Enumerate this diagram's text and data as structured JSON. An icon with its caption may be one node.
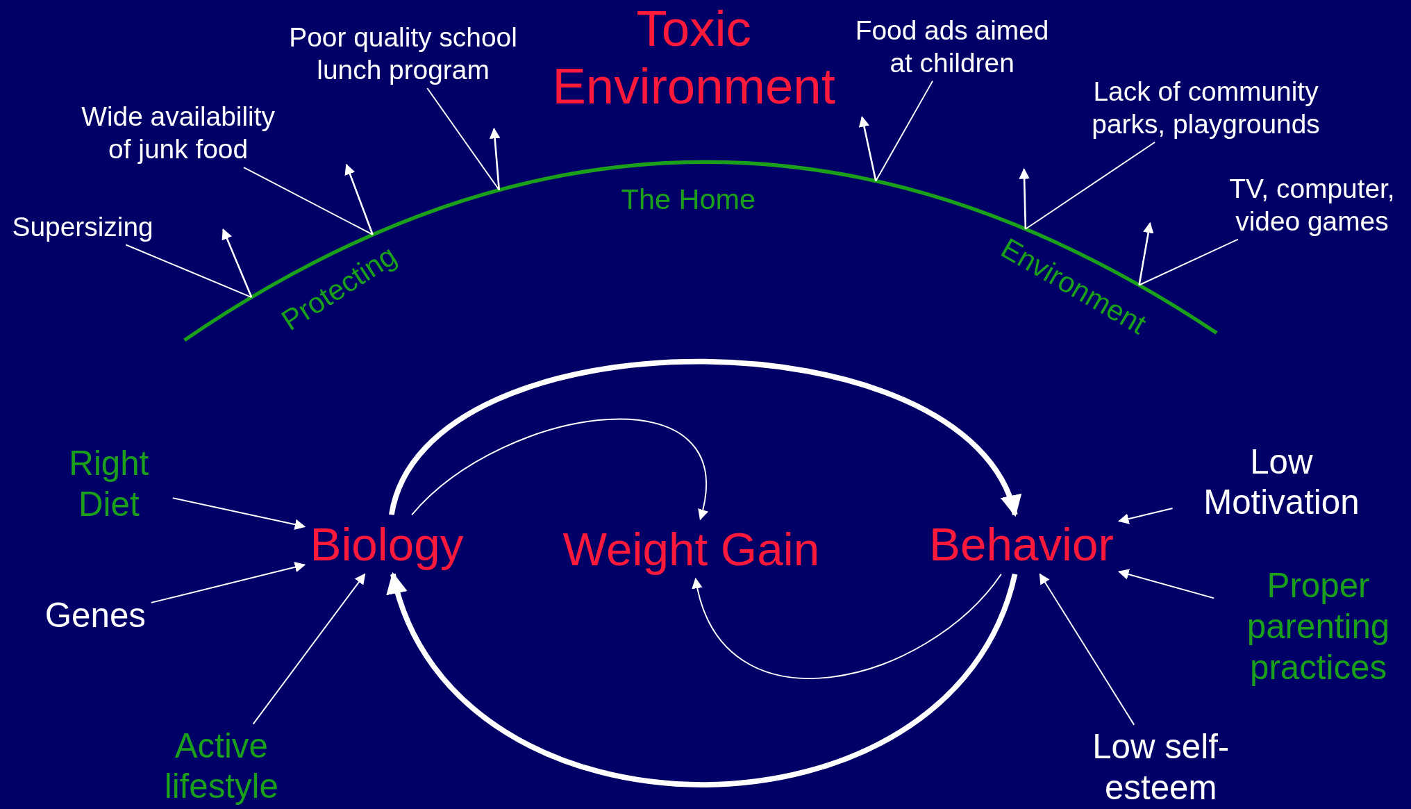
{
  "diagram": {
    "title": "Toxic Environment",
    "nodes": [
      {
        "text": [
          "Protecting",
          "The Home",
          "Environment"
        ]
      },
      {
        "text": [
          "Supersizing"
        ]
      },
      {
        "text": [
          "Wide availability of junk food"
        ]
      },
      {
        "text": [
          "Poor quality school lunch program"
        ]
      },
      {
        "text": [
          "Food ads aimed at children"
        ]
      },
      {
        "text": [
          "Lack of community parks, playgrounds"
        ]
      },
      {
        "text": [
          "TV, computer, video games"
        ]
      },
      {
        "text": [
          "Biology"
        ]
      },
      {
        "text": [
          "Weight Gain"
        ]
      },
      {
        "text": [
          "Behavior"
        ]
      },
      {
        "text": [
          "Right Diet"
        ]
      },
      {
        "text": [
          "Genes"
        ]
      },
      {
        "text": [
          "Active lifestyle"
        ]
      },
      {
        "text": [
          "Low Motivation"
        ]
      },
      {
        "text": [
          "Proper parenting practices"
        ]
      },
      {
        "text": [
          "Low self-esteem"
        ]
      }
    ],
    "edges": [
      {
        "from": 1,
        "to": 0,
        "arrow": "none"
      },
      {
        "from": 2,
        "to": 0,
        "arrow": "none"
      },
      {
        "from": 3,
        "to": 0,
        "arrow": "none"
      },
      {
        "from": 4,
        "to": 0,
        "arrow": "none"
      },
      {
        "from": 5,
        "to": 0,
        "arrow": "none"
      },
      {
        "from": 6,
        "to": 0,
        "arrow": "none"
      },
      {
        "from": 7,
        "to": 9,
        "arrow": "to",
        "style": "thick"
      },
      {
        "from": 9,
        "to": 7,
        "arrow": "to",
        "style": "thick"
      },
      {
        "from": 7,
        "to": 8,
        "arrow": "to"
      },
      {
        "from": 9,
        "to": 8,
        "arrow": "to"
      },
      {
        "from": 10,
        "to": 7,
        "arrow": "to"
      },
      {
        "from": 11,
        "to": 7,
        "arrow": "to"
      },
      {
        "from": 12,
        "to": 7,
        "arrow": "to"
      },
      {
        "from": 13,
        "to": 9,
        "arrow": "to"
      },
      {
        "from": 14,
        "to": 9,
        "arrow": "to"
      },
      {
        "from": 15,
        "to": 9,
        "arrow": "to"
      }
    ]
  }
}
